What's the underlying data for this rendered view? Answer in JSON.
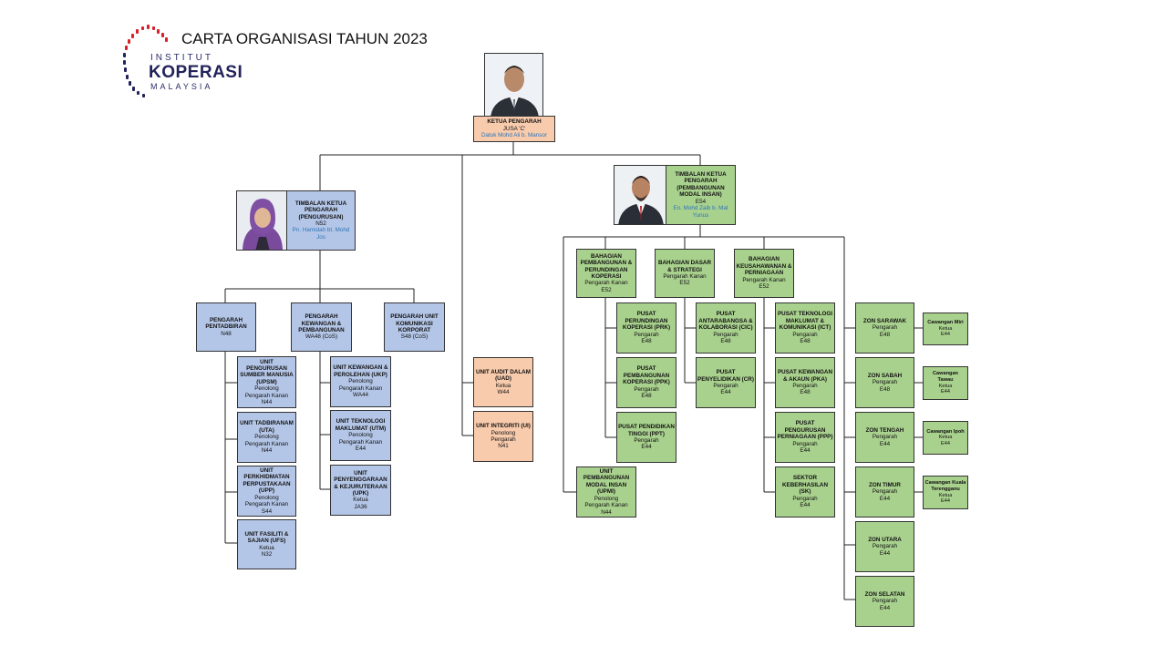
{
  "title": "CARTA ORGANISASI TAHUN 2023",
  "logo": {
    "line1": "INSTITUT",
    "line2": "KOPERASI",
    "line3": "MALAYSIA",
    "brand_red": "#d6202a",
    "brand_navy": "#23235b"
  },
  "colors": {
    "blue": "#b4c6e7",
    "green": "#a9d18e",
    "peach": "#f8cbad",
    "name_text": "#2e74b5"
  },
  "nodes": [
    {
      "id": "kp",
      "t": "KETUA PENGARAH",
      "s": [
        "JUSA 'C'"
      ],
      "n": "Datuk Mohd Ali b. Mansor"
    },
    {
      "id": "tkp_urus",
      "t": "TIMBALAN KETUA PENGARAH (PENGURUSAN)",
      "s": [
        "N52"
      ],
      "n": "Pn. Hamidah bt. Mohd Jos"
    },
    {
      "id": "tkp_bangun",
      "t": "TIMBALAN KETUA PENGARAH (PEMBANGUNAN MODAL INSAN)",
      "s": [
        "E54"
      ],
      "n": "En. Mohd Zaib b. Mat Yunus"
    },
    {
      "id": "p_pentadbiran",
      "t": "PENGARAH PENTADBIRAN",
      "s": [
        "N48"
      ]
    },
    {
      "id": "p_kewangan",
      "t": "PENGARAH KEWANGAN & PEMBANGUNAN",
      "s": [
        "WA48 (CoS)"
      ]
    },
    {
      "id": "p_komunikasi",
      "t": "PENGARAH UNIT KOMUNIKASI KORPORAT",
      "s": [
        "S48 (CoS)"
      ]
    },
    {
      "id": "upsm",
      "t": "UNIT PENGURUSAN SUMBER MANUSIA (UPSM)",
      "s": [
        "Penolong",
        "Pengarah Kanan",
        "N44"
      ]
    },
    {
      "id": "uta",
      "t": "UNIT TADBIRANAM (UTA)",
      "s": [
        "Penolong",
        "Pengarah Kanan",
        "N44"
      ]
    },
    {
      "id": "upp",
      "t": "UNIT PERKHIDMATAN PERPUSTAKAAN (UPP)",
      "s": [
        "Penolong",
        "Pengarah Kanan",
        "S44"
      ]
    },
    {
      "id": "ufs",
      "t": "UNIT FASILITI & SAJIAN (UFS)",
      "s": [
        "Ketua",
        "N32"
      ]
    },
    {
      "id": "ukp",
      "t": "UNIT KEWANGAN & PEROLEHAN (UKP)",
      "s": [
        "Penolong",
        "Pengarah Kanan",
        "WA44"
      ]
    },
    {
      "id": "utm",
      "t": "UNIT TEKNOLOGI MAKLUMAT (UTM)",
      "s": [
        "Penolong",
        "Pengarah Kanan",
        "E44"
      ]
    },
    {
      "id": "upk",
      "t": "UNIT PENYENGGARAAN & KEJURUTERAAN (UPK)",
      "s": [
        "Ketua",
        "JA36"
      ]
    },
    {
      "id": "uad",
      "t": "UNIT AUDIT DALAM (UAD)",
      "s": [
        "Ketua",
        "W44"
      ]
    },
    {
      "id": "ui",
      "t": "UNIT INTEGRITI (UI)",
      "s": [
        "Penolong",
        "Pengarah",
        "N41"
      ]
    },
    {
      "id": "b_ppk",
      "t": "BAHAGIAN PEMBANGUNAN & PERUNDINGAN KOPERASI",
      "s": [
        "Pengarah Kanan",
        "E52"
      ]
    },
    {
      "id": "b_dasar",
      "t": "BAHAGIAN DASAR & STRATEGI",
      "s": [
        "Pengarah Kanan",
        "E52"
      ]
    },
    {
      "id": "b_usahawan",
      "t": "BAHAGIAN KEUSAHAWANAN & PERNIAGAAN",
      "s": [
        "Pengarah Kanan",
        "E52"
      ]
    },
    {
      "id": "prk",
      "t": "PUSAT PERUNDINGAN KOPERASI (PRK)",
      "s": [
        "Pengarah",
        "E48"
      ]
    },
    {
      "id": "ppk",
      "t": "PUSAT PEMBANGUNAN KOPERASI (PPK)",
      "s": [
        "Pengarah",
        "E48"
      ]
    },
    {
      "id": "ppt",
      "t": "PUSAT PENDIDIKAN TINGGI (PPT)",
      "s": [
        "Pengarah",
        "E44"
      ]
    },
    {
      "id": "upmi",
      "t": "UNIT PEMBANGUNAN MODAL INSAN (UPMI)",
      "s": [
        "Penolong",
        "Pengarah Kanan",
        "N44"
      ]
    },
    {
      "id": "cic",
      "t": "PUSAT ANTARABANGSA & KOLABORASI (CIC)",
      "s": [
        "Pengarah",
        "E48"
      ]
    },
    {
      "id": "cr",
      "t": "PUSAT PENYELIDIKAN (CR)",
      "s": [
        "Pengarah",
        "E44"
      ]
    },
    {
      "id": "ict",
      "t": "PUSAT TEKNOLOGI MAKLUMAT & KOMUNIKASI (ICT)",
      "s": [
        "Pengarah",
        "E48"
      ]
    },
    {
      "id": "pka",
      "t": "PUSAT KEWANGAN & AKAUN (PKA)",
      "s": [
        "Pengarah",
        "E48"
      ]
    },
    {
      "id": "ppp",
      "t": "PUSAT PENGURUSAN PERNIAGAAN (PPP)",
      "s": [
        "Pengarah",
        "E44"
      ]
    },
    {
      "id": "sk",
      "t": "SEKTOR KEBERHASILAN (SK)",
      "s": [
        "Pengarah",
        "E44"
      ]
    },
    {
      "id": "z_sarawak",
      "t": "ZON SARAWAK",
      "s": [
        "Pengarah",
        "E48"
      ]
    },
    {
      "id": "z_sabah",
      "t": "ZON SABAH",
      "s": [
        "Pengarah",
        "E48"
      ]
    },
    {
      "id": "z_tengah",
      "t": "ZON TENGAH",
      "s": [
        "Pengarah",
        "E44"
      ]
    },
    {
      "id": "z_timur",
      "t": "ZON TIMUR",
      "s": [
        "Pengarah",
        "E44"
      ]
    },
    {
      "id": "z_utara",
      "t": "ZON UTARA",
      "s": [
        "Pengarah",
        "E44"
      ]
    },
    {
      "id": "z_selatan",
      "t": "ZON SELATAN",
      "s": [
        "Pengarah",
        "E44"
      ]
    },
    {
      "id": "c_miri",
      "t": "Cawangan Miri",
      "s": [
        "Ketua",
        "E44"
      ]
    },
    {
      "id": "c_tawau",
      "t": "Cawangan Tawau",
      "s": [
        "Ketua",
        "E44"
      ]
    },
    {
      "id": "c_ipoh",
      "t": "Cawangan Ipoh",
      "s": [
        "Ketua",
        "E44"
      ]
    },
    {
      "id": "c_kt",
      "t": "Cawangan Kuala Terengganu",
      "s": [
        "Ketua",
        "E44"
      ]
    }
  ]
}
